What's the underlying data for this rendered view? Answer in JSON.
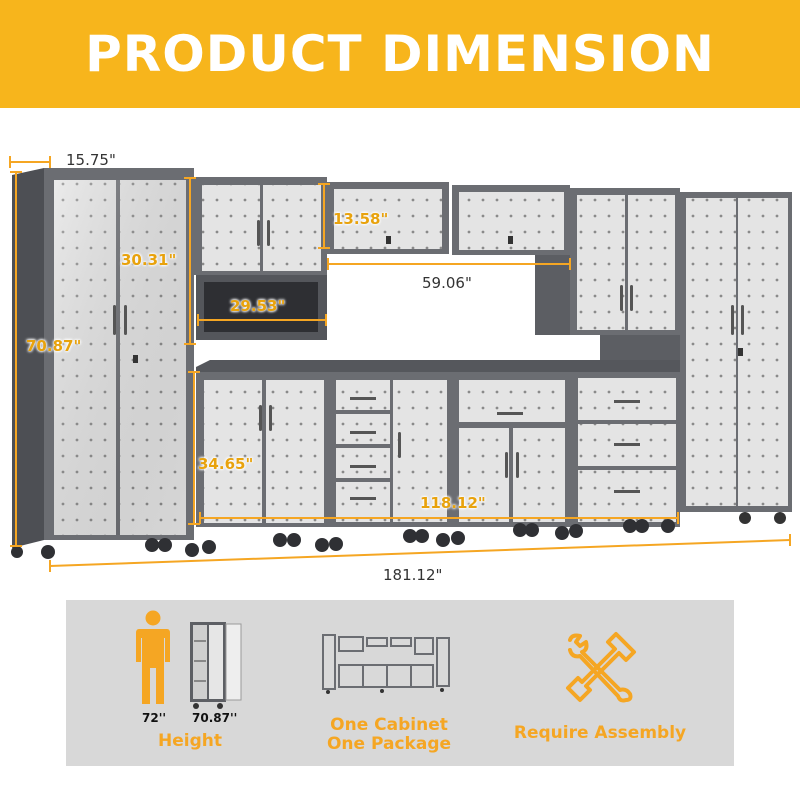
{
  "banner": {
    "title": "PRODUCT DIMENSION"
  },
  "dimensions": {
    "depth": "15.75\"",
    "total_height": "70.87\"",
    "upper_cabinet_height": "30.31\"",
    "wall_cabinet_height": "13.58\"",
    "shelf_width": "29.53\"",
    "gap_width": "59.06\"",
    "base_cabinet_height": "34.65\"",
    "base_run_width": "118.12\"",
    "total_width": "181.12\""
  },
  "features": {
    "height": {
      "person_height": "72''",
      "cabinet_height": "70.87''",
      "label": "Height"
    },
    "package": {
      "label_line1": "One Cabinet",
      "label_line2": "One Package"
    },
    "assembly": {
      "label": "Require Assembly"
    }
  },
  "colors": {
    "accent": "#f7b51c",
    "label": "#f5a623",
    "cabinet_frame": "#6b6d72",
    "cabinet_panel": "#e3e3e3",
    "panel_bg": "#d8d8d8"
  },
  "icons": [
    "person-icon",
    "tall-cabinet-icon",
    "cabinet-set-icon",
    "tools-icon"
  ]
}
